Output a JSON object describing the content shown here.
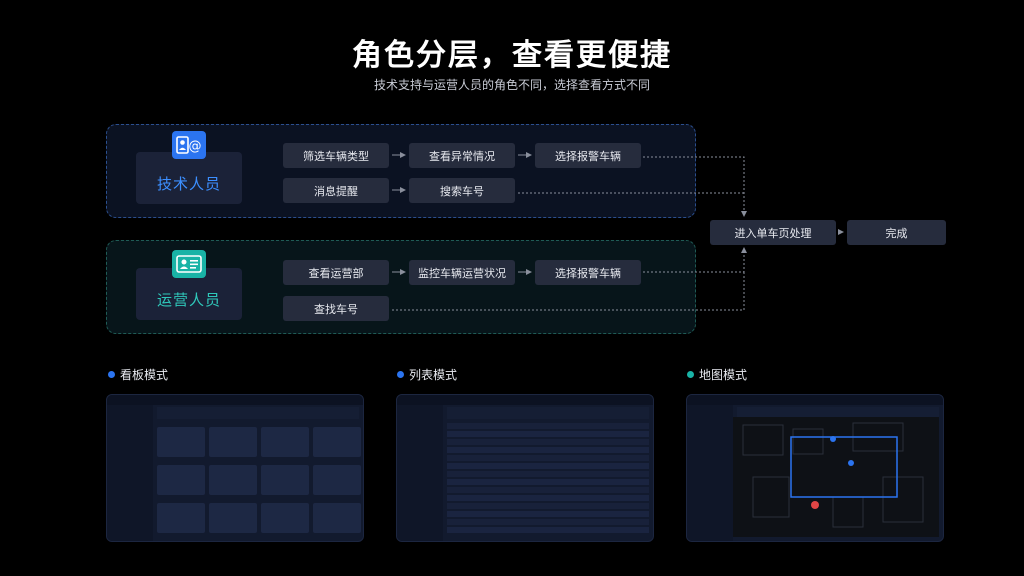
{
  "header": {
    "title": "角色分层，查看更便捷",
    "subtitle": "技术支持与运营人员的角色不同，选择查看方式不同"
  },
  "roles": {
    "tech": {
      "label": "技术人员",
      "icon": "contact-card-icon"
    },
    "ops": {
      "label": "运营人员",
      "icon": "id-card-icon"
    }
  },
  "flow": {
    "tech_row1": [
      "筛选车辆类型",
      "查看异常情况",
      "选择报警车辆"
    ],
    "tech_row2": [
      "消息提醒",
      "搜索车号"
    ],
    "ops_row1": [
      "查看运营部",
      "监控车辆运营状况",
      "选择报警车辆"
    ],
    "ops_row2": [
      "查找车号"
    ],
    "merge": "进入单车页处理",
    "done": "完成"
  },
  "modes": [
    {
      "label": "看板模式",
      "color": "#2b74f0"
    },
    {
      "label": "列表模式",
      "color": "#2b74f0"
    },
    {
      "label": "地图模式",
      "color": "#19b3a6"
    }
  ],
  "colors": {
    "tech_accent": "#3c8fff",
    "ops_accent": "#2fc9bb"
  }
}
